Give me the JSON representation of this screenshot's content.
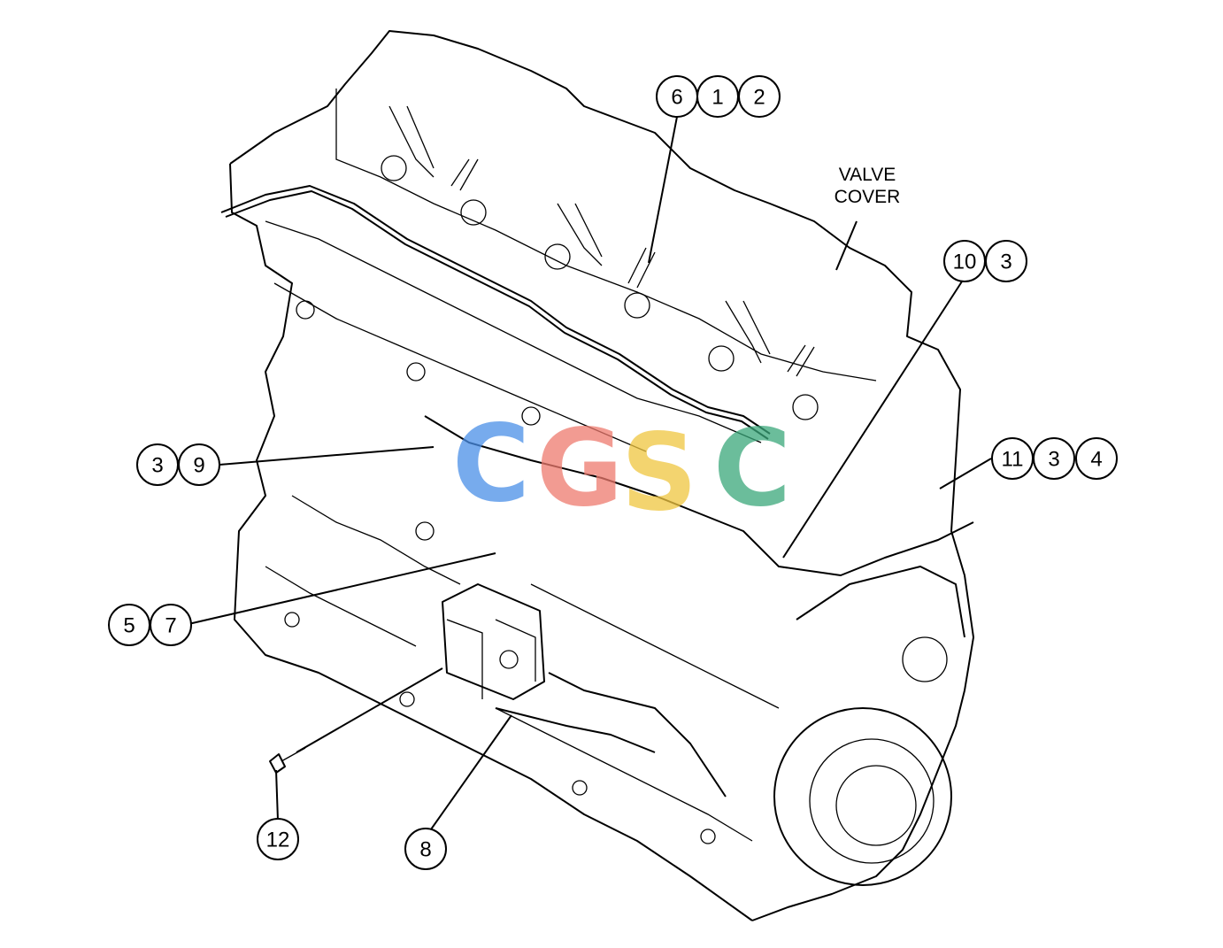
{
  "diagram": {
    "callouts": [
      {
        "id": "c-6",
        "text": "6"
      },
      {
        "id": "c-1a",
        "text": "1"
      },
      {
        "id": "c-2",
        "text": "2"
      },
      {
        "id": "c-10",
        "text": "10"
      },
      {
        "id": "c-3a",
        "text": "3"
      },
      {
        "id": "c-3b",
        "text": "3"
      },
      {
        "id": "c-9",
        "text": "9"
      },
      {
        "id": "c-11",
        "text": "11"
      },
      {
        "id": "c-3c",
        "text": "3"
      },
      {
        "id": "c-4",
        "text": "4"
      },
      {
        "id": "c-5",
        "text": "5"
      },
      {
        "id": "c-7",
        "text": "7"
      },
      {
        "id": "c-12",
        "text": "12"
      },
      {
        "id": "c-8",
        "text": "8"
      }
    ],
    "valve_cover_label": [
      "VALVE",
      "COVER"
    ],
    "watermark": {
      "letters": [
        "C",
        "G",
        "S",
        "C"
      ],
      "colors": [
        "#4a8fe8",
        "#ee7a6e",
        "#f0c640",
        "#3aa77a"
      ]
    },
    "line_color": "#000000",
    "background_color": "#ffffff"
  }
}
